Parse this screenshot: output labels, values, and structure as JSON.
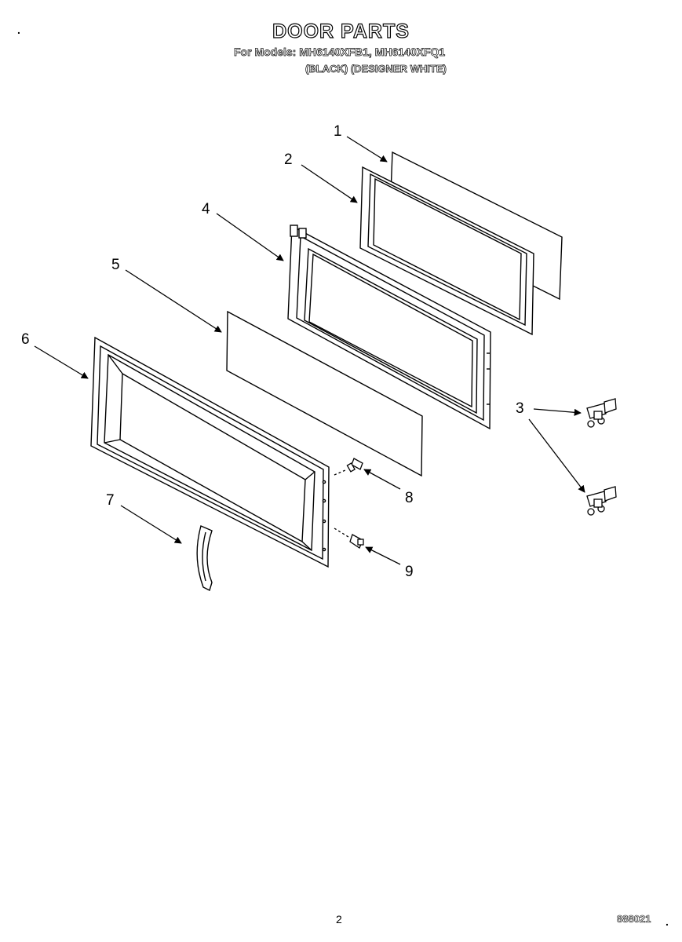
{
  "header": {
    "title": "DOOR PARTS",
    "models_line": "For Models: MH6140XFB1, MH6140XFQ1",
    "colors_line": "(BLACK)  (DESIGNER WHITE)"
  },
  "callouts": [
    "1",
    "2",
    "3",
    "4",
    "5",
    "6",
    "7",
    "8",
    "9"
  ],
  "footer": {
    "page_number": "2",
    "document_number": "888021"
  }
}
